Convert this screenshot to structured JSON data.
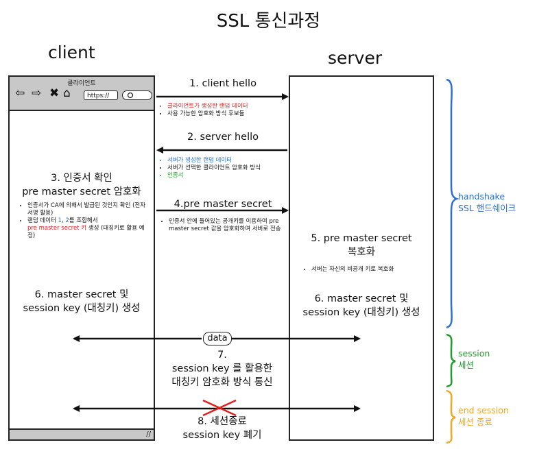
{
  "title": "SSL 통신과정",
  "client": {
    "heading": "client",
    "window_label": "클라이언트",
    "url": "https://",
    "step3": {
      "line1": "3. 인증서 확인",
      "line2": "pre master secret 암호화",
      "note1": "인증서가 CA에 의해서 발급된 것인지 확인 (전자서명 활용)",
      "note2_pre": "랜덤 데이터 ",
      "note2_num1": "1",
      "note2_sep": ", ",
      "note2_num2": "2",
      "note2_post": "를 조합해서",
      "note2_red": "pre master secret 키",
      "note2_end": " 생성 (대칭키로 활용 예정)"
    },
    "step6": {
      "line1": "6. master secret 및",
      "line2": "session key (대칭키) 생성"
    }
  },
  "server": {
    "heading": "server",
    "step5": {
      "line1": "5. pre master secret",
      "line2": "복호화",
      "note": "서버는 자신의 비공개 키로 복호화"
    },
    "step6": {
      "line1": "6. master secret 및",
      "line2": "session key (대칭키) 생성"
    }
  },
  "messages": {
    "m1": {
      "label": "1. client hello",
      "note1": "클라이언트가 생성한 랜덤 데이터",
      "note2": "사용 가능한 암호화 방식 후보들"
    },
    "m2": {
      "label": "2. server hello",
      "note1": "서버가 생성한 랜덤 데이터",
      "note2": "서버가 선택한 클라이언트 암호화 방식",
      "note3": "인증서"
    },
    "m4": {
      "label": "4.pre master secret",
      "note": "인증서 안에 들어있는 공개키를 이용하여 pre master secret 값을 암호화하여 서버로 전송"
    },
    "data_label": "data",
    "step7": {
      "line1": "7.",
      "line2": "session key 를 활용한",
      "line3": "대칭키 암호화 방식 통신"
    },
    "step8": {
      "line1": "8. 세션종료",
      "line2": "session key 폐기"
    }
  },
  "phases": {
    "handshake": {
      "line1": "handshake",
      "line2": "SSL 핸드쉐이크",
      "color": "#2a6fd6"
    },
    "session": {
      "line1": "session",
      "line2": "세션",
      "color": "#1e9e2a"
    },
    "end_session": {
      "line1": "end session",
      "line2": "세션 종료",
      "color": "#f5a623"
    }
  },
  "colors": {
    "red": "#e02020",
    "blue": "#2a6fd6",
    "green": "#1e9e2a",
    "orange": "#f5a623",
    "cross": "#e02020"
  }
}
